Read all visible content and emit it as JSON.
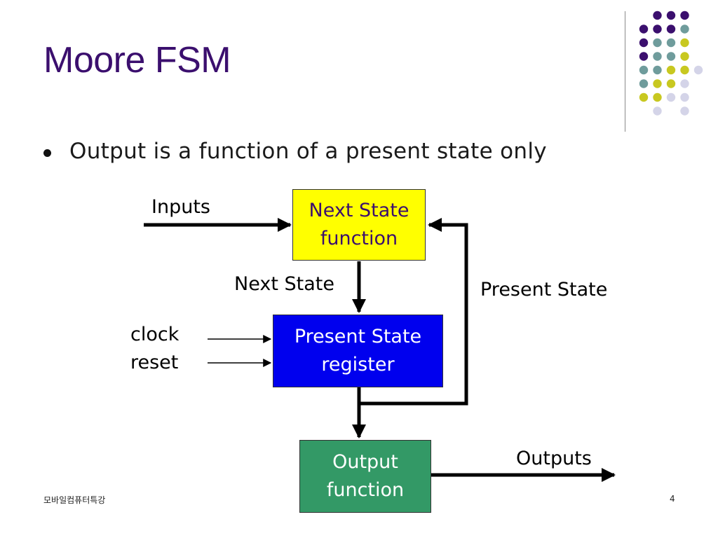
{
  "slide": {
    "title": "Moore FSM",
    "bullet": "Output is a function of a present state only",
    "footer_left": "모바일컴퓨터특강",
    "page_number": "4"
  },
  "diagram": {
    "next_state_box": {
      "line1": "Next State",
      "line2": "function",
      "color": "#ffff00",
      "text_color": "#3b0f6e"
    },
    "present_state_box": {
      "line1": "Present State",
      "line2": "register",
      "color": "#0000ee",
      "text_color": "#ffffff"
    },
    "output_box": {
      "line1": "Output",
      "line2": "function",
      "color": "#339966",
      "text_color": "#ffffff"
    },
    "labels": {
      "inputs": "Inputs",
      "next_state": "Next State",
      "present_state": "Present State",
      "clock": "clock",
      "reset": "reset",
      "outputs": "Outputs"
    }
  },
  "decoration": {
    "dot_colors": [
      "#3b0f6e",
      "#6f9c9c",
      "#c8c820",
      "#d4d4e8"
    ]
  }
}
